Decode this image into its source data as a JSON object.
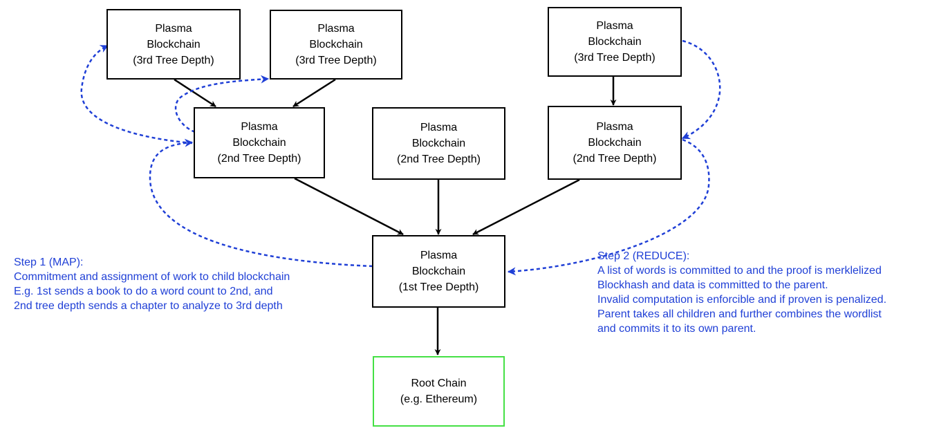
{
  "colors": {
    "box_border": "#000000",
    "root_border": "#44e044",
    "flow": "#1f3fd6",
    "arrow": "#000000"
  },
  "nodes": {
    "tl3": [
      "Plasma",
      "Blockchain",
      "(3rd Tree Depth)"
    ],
    "tm3": [
      "Plasma",
      "Blockchain",
      "(3rd Tree Depth)"
    ],
    "tr3": [
      "Plasma",
      "Blockchain",
      "(3rd Tree Depth)"
    ],
    "l2": [
      "Plasma",
      "Blockchain",
      "(2nd Tree Depth)"
    ],
    "m2": [
      "Plasma",
      "Blockchain",
      "(2nd Tree Depth)"
    ],
    "r2": [
      "Plasma",
      "Blockchain",
      "(2nd Tree Depth)"
    ],
    "d1": [
      "Plasma",
      "Blockchain",
      "(1st Tree Depth)"
    ],
    "root": [
      "Root Chain",
      "(e.g. Ethereum)"
    ]
  },
  "notes": {
    "step1": [
      "Step 1 (MAP):",
      "Commitment and assignment of work to child blockchain",
      "E.g. 1st sends a book to do a word count to 2nd, and",
      "2nd tree depth sends a chapter to analyze to 3rd depth"
    ],
    "step2": [
      "Step 2 (REDUCE):",
      "A list of words is committed to and the proof is merklelized",
      "Blockhash and data is committed to the parent.",
      "Invalid computation is enforcible and if proven is penalized.",
      "Parent takes all children and further combines the wordlist",
      "and commits it to its own parent."
    ]
  }
}
